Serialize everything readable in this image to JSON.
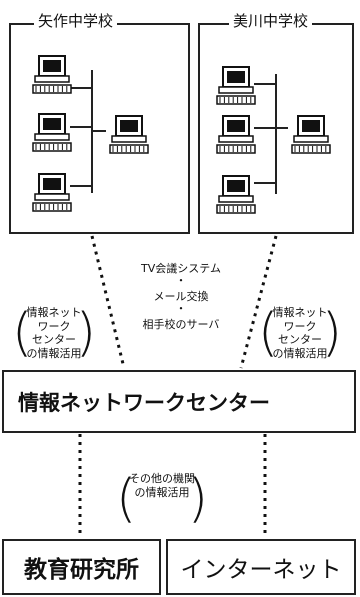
{
  "schools": [
    {
      "name": "矢作中学校"
    },
    {
      "name": "美川中学校"
    }
  ],
  "center_note": [
    "TV会議システム",
    "・",
    "メール交換",
    "・",
    "相手校のサーバ"
  ],
  "left_usage": [
    "情報ネット",
    "ワーク",
    "センター",
    "の情報活用"
  ],
  "right_usage": [
    "情報ネット",
    "ワーク",
    "センター",
    "の情報活用"
  ],
  "center_box": {
    "label": "情報ネットワークセンター"
  },
  "lower_note": [
    "その他の機関",
    "の情報活用"
  ],
  "bottom_left": {
    "label": "教育研究所"
  },
  "bottom_right": {
    "label": "インターネット"
  },
  "icons": [
    "computer-icon"
  ]
}
